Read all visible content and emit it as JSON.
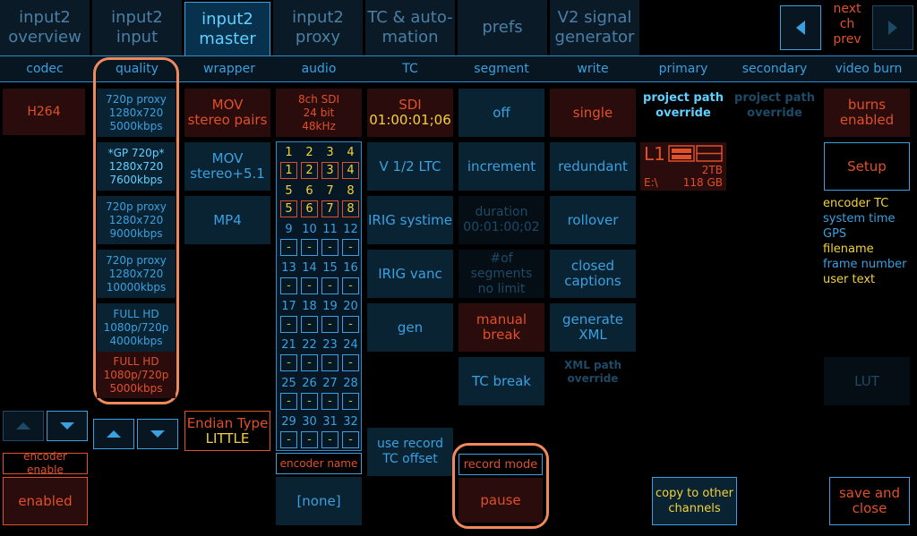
{
  "tabs": [
    {
      "label1": "input2",
      "label2": "overview"
    },
    {
      "label1": "input2",
      "label2": "input"
    },
    {
      "label1": "input2",
      "label2": "master"
    },
    {
      "label1": "input2",
      "label2": "proxy"
    },
    {
      "label1": "TC & auto-",
      "label2": "mation"
    },
    {
      "label1": "prefs",
      "label2": ""
    },
    {
      "label1": "V2 signal",
      "label2": "generator"
    }
  ],
  "nav": {
    "next_ch_prev": [
      "next",
      "ch",
      "prev"
    ]
  },
  "columns": [
    "codec",
    "quality",
    "wrapper",
    "audio",
    "TC",
    "segment",
    "write",
    "primary",
    "secondary",
    "video burn"
  ],
  "codec": {
    "value": "H264",
    "encoder_enable_label": "encoder enable",
    "enabled_label": "enabled"
  },
  "quality": [
    [
      "720p proxy",
      "1280x720",
      "5000kbps"
    ],
    [
      "*GP 720p*",
      "1280x720",
      "7600kbps"
    ],
    [
      "720p proxy",
      "1280x720",
      "9000kbps"
    ],
    [
      "720p proxy",
      "1280x720",
      "10000kbps"
    ],
    [
      "FULL HD",
      "1080p/720p",
      "4000kbps"
    ],
    [
      "FULL HD",
      "1080p/720p",
      "5000kbps"
    ]
  ],
  "wrapper": [
    [
      "MOV",
      "stereo pairs"
    ],
    [
      "MOV",
      "stereo+5.1"
    ],
    [
      "MP4",
      ""
    ]
  ],
  "endian": {
    "label": "Endian Type",
    "value": "LITTLE"
  },
  "audio": {
    "format": [
      "8ch SDI",
      "24 bit",
      "48kHz"
    ],
    "channels": [
      "1",
      "2",
      "3",
      "4",
      "5",
      "6",
      "7",
      "8",
      "9",
      "10",
      "11",
      "12",
      "13",
      "14",
      "15",
      "16",
      "17",
      "18",
      "19",
      "20",
      "21",
      "22",
      "23",
      "24",
      "25",
      "26",
      "27",
      "28",
      "29",
      "30",
      "31",
      "32"
    ],
    "encoder_name_label": "encoder name",
    "encoder_name_value": "[none]"
  },
  "tc": {
    "sdi_label": "SDI",
    "sdi_value": "01:00:01;06",
    "options": [
      "V 1/2 LTC",
      "IRIG systime",
      "IRIG vanc",
      "gen"
    ],
    "offset": [
      "use record",
      "TC offset"
    ]
  },
  "segment": {
    "off": "off",
    "increment": "increment",
    "duration": [
      "duration",
      "00:01:00;02"
    ],
    "segments": [
      "#of segments",
      "no limit"
    ],
    "manual": [
      "manual",
      "break"
    ],
    "tcbreak": "TC break",
    "record_mode_label": "record mode",
    "record_mode_value": "pause"
  },
  "write": {
    "single": "single",
    "redundant": "redundant",
    "rollover": "rollover",
    "closed": [
      "closed",
      "captions"
    ],
    "xml": [
      "generate",
      "XML"
    ],
    "xml_path": [
      "XML path",
      "override"
    ]
  },
  "primary": {
    "project": [
      "project path",
      "override"
    ],
    "drive_id": "L1",
    "size": "2TB",
    "path": "E:\\",
    "free": "118 GB"
  },
  "secondary": {
    "project": [
      "project path",
      "override"
    ]
  },
  "copy": [
    "copy to other",
    "channels"
  ],
  "video_burn": {
    "burns": [
      "burns",
      "enabled"
    ],
    "setup": "Setup",
    "items": [
      {
        "text": "encoder TC",
        "color": "#f2d23a"
      },
      {
        "text": "system time",
        "color": "#3aa0e0"
      },
      {
        "text": "GPS",
        "color": "#3aa0e0"
      },
      {
        "text": "filename",
        "color": "#f2d23a"
      },
      {
        "text": "frame number",
        "color": "#3aa0e0"
      },
      {
        "text": "user text",
        "color": "#f2d23a"
      }
    ],
    "lut": "LUT",
    "save": [
      "save and",
      "close"
    ]
  }
}
